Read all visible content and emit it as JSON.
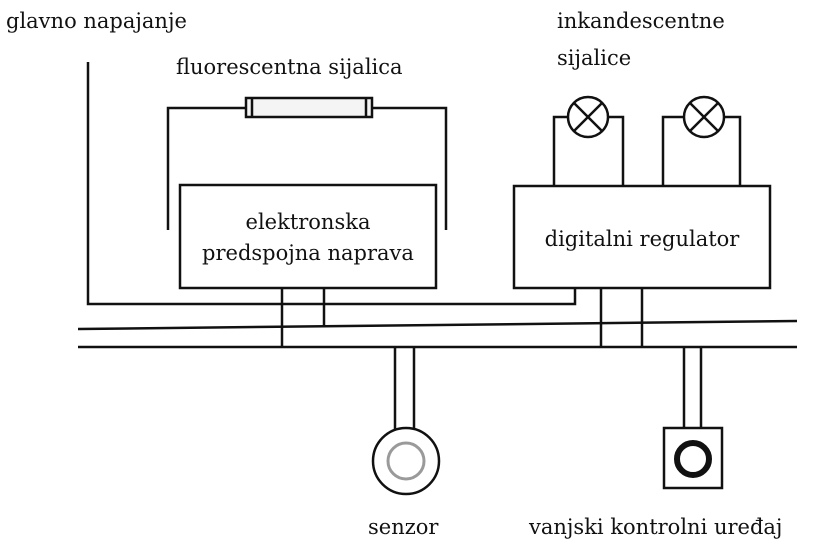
{
  "labels": {
    "main_power": "glavno napajanje",
    "fluorescent_lamp": "fluorescentna sijalica",
    "incandescent_line1": "inkandescentne",
    "incandescent_line2": "sijalice",
    "ballast_line1": "elektronska",
    "ballast_line2": "predspojna naprava",
    "digital_regulator": "digitalni regulator",
    "sensor": "senzor",
    "external_control": "vanjski kontrolni uređaj"
  },
  "colors": {
    "line": "#111111",
    "fill": "#ffffff",
    "lamp_tube": "#f4f4f4",
    "sensor_ring": "#9a9a9a"
  }
}
